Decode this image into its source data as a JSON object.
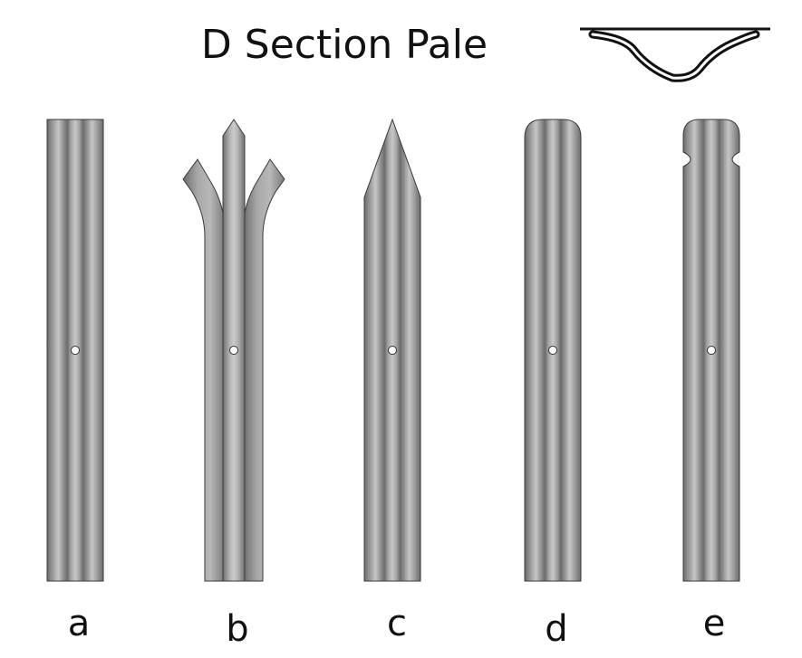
{
  "title": "D Section Pale",
  "pales": [
    {
      "label": "a",
      "top_style": "flat"
    },
    {
      "label": "b",
      "top_style": "triple-point"
    },
    {
      "label": "c",
      "top_style": "pointed"
    },
    {
      "label": "d",
      "top_style": "rounded"
    },
    {
      "label": "e",
      "top_style": "rounded-notched"
    }
  ],
  "colors": {
    "pale_edge": "#6e6e6e",
    "pale_light": "#c2c2c2",
    "pale_groove": "#8a8a8a",
    "outline": "#1e1e1e",
    "hole": "#ffffff",
    "text": "#111111"
  }
}
